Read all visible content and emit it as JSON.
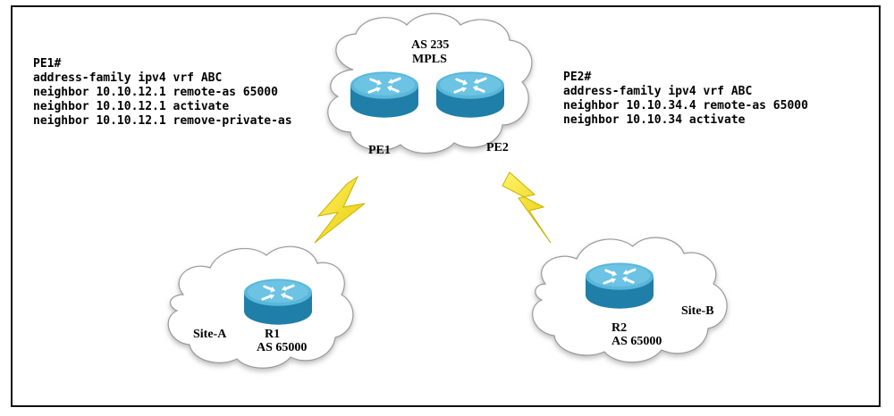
{
  "pe1_config": {
    "lines": [
      "PE1#",
      "address-family ipv4 vrf ABC",
      "neighbor 10.10.12.1 remote-as 65000",
      "neighbor 10.10.12.1 activate",
      "neighbor 10.10.12.1 remove-private-as"
    ]
  },
  "pe2_config": {
    "lines": [
      "PE2#",
      "address-family ipv4 vrf ABC",
      "neighbor 10.10.34.4 remote-as 65000",
      "neighbor 10.10.34 activate"
    ]
  },
  "provider": {
    "as_label": "AS 235",
    "network_label": "MPLS",
    "pe1_label": "PE1",
    "pe2_label": "PE2"
  },
  "site_a": {
    "site_label": "Site-A",
    "router_label": "R1",
    "as_label": "AS 65000"
  },
  "site_b": {
    "site_label": "Site-B",
    "router_label": "R2",
    "as_label": "AS 65000"
  },
  "colors": {
    "router_top": "#5ab7d9",
    "router_side": "#1f7fa8",
    "lightning": "#f6e21a",
    "lightning_edge": "#c9b200"
  }
}
